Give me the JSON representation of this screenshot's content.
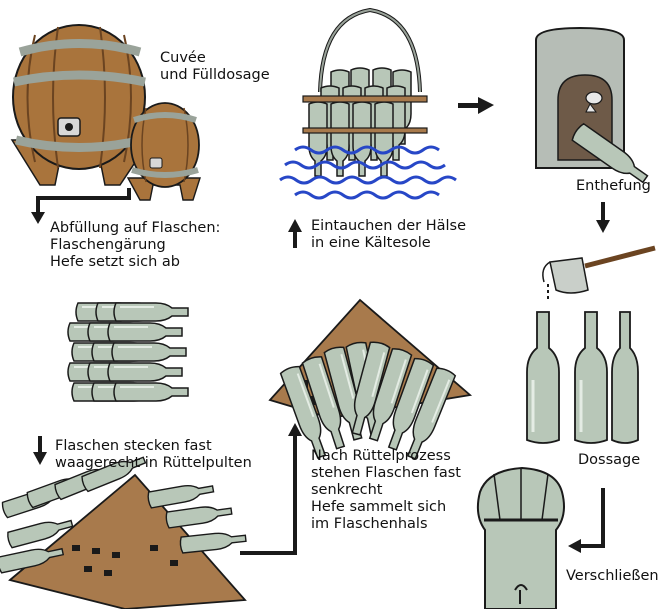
{
  "steps": {
    "cuvee": "Cuvée\nund Fülldosage",
    "abfuellung": "Abfüllung auf Flaschen:\nFlaschengärung\nHefe setzt sich ab",
    "ruettelpulte": "Flaschen stecken fast\nwaagerecht in Rüttelpulten",
    "nach_ruetteln": "Nach Rüttelprozess\nstehen Flaschen fast\nsenkrecht\nHefe sammelt sich\nim Flaschenhals",
    "eintauchen": "Eintauchen der Hälse\nin eine Kältesole",
    "enthefung": "Enthefung",
    "dossage": "Dossage",
    "verschliessen": "Verschließen"
  },
  "colors": {
    "outline": "#1a1a1a",
    "bottle": "#b8c7b8",
    "bottle_dark": "#8fa08f",
    "barrel": "#a9743c",
    "barrel_dark": "#6b4421",
    "hoop": "#9aa39a",
    "rack": "#a87a4c",
    "water": "#2747c7",
    "machine": "#b6bdb6",
    "machine_dark": "#6e5a48"
  }
}
